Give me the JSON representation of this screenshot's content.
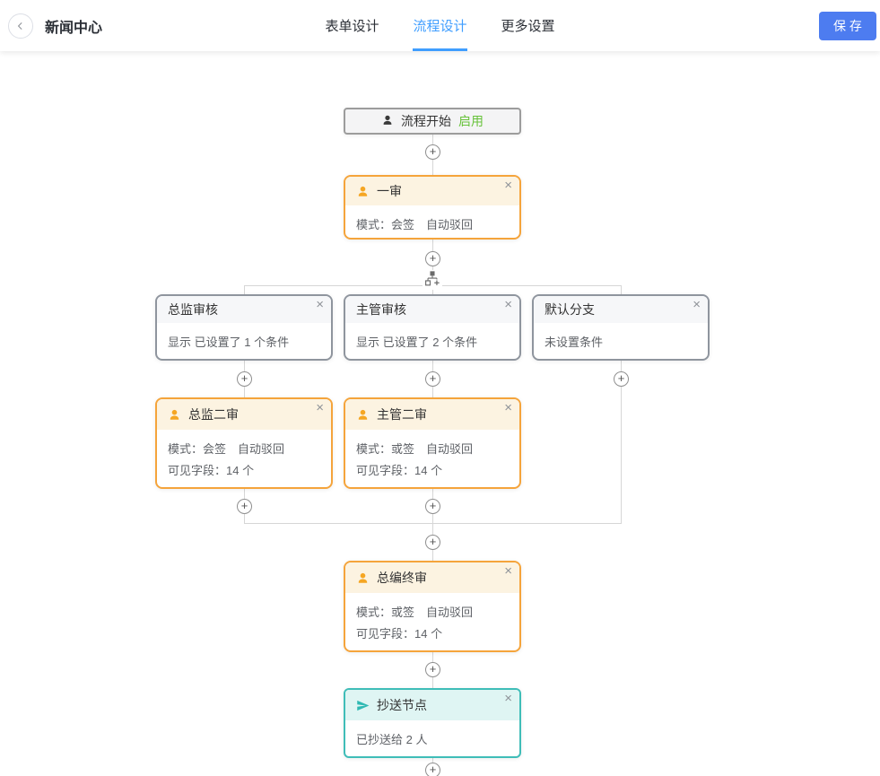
{
  "header": {
    "title": "新闻中心",
    "tabs": [
      {
        "label": "表单设计"
      },
      {
        "label": "流程设计"
      },
      {
        "label": "更多设置"
      }
    ],
    "active_tab": "流程设计",
    "save_label": "保 存"
  },
  "flow": {
    "start": {
      "title": "流程开始",
      "status": "启用"
    },
    "first_review": {
      "title": "一审",
      "mode_line": "模式：会签　自动驳回"
    },
    "branches": [
      {
        "title": "总监审核",
        "condition_line": "显示 已设置了 1 个条件"
      },
      {
        "title": "主管审核",
        "condition_line": "显示 已设置了 2 个条件"
      },
      {
        "title": "默认分支",
        "condition_line": "未设置条件"
      }
    ],
    "director_review": {
      "title": "总监二审",
      "mode_line": "模式：会签　自动驳回",
      "fields_line": "可见字段：14 个"
    },
    "manager_review": {
      "title": "主管二审",
      "mode_line": "模式：或签　自动驳回",
      "fields_line": "可见字段：14 个"
    },
    "final_review": {
      "title": "总编终审",
      "mode_line": "模式：或签　自动驳回",
      "fields_line": "可见字段：14 个"
    },
    "cc_node": {
      "title": "抄送节点",
      "cc_line": "已抄送给 2 人"
    },
    "add_symbol": "+",
    "close_symbol": "×"
  },
  "colors": {
    "accent_blue": "#409EFF",
    "save_button_blue": "#4D7CF0",
    "approval_orange": "#F5A43B",
    "approval_header_bg": "#FCF3E1",
    "condition_gray": "#8F959E",
    "cc_teal": "#3FBDB8",
    "cc_header_bg": "#DFF5F3",
    "status_green": "#67C23A",
    "connector_gray": "#D6D6D6"
  }
}
